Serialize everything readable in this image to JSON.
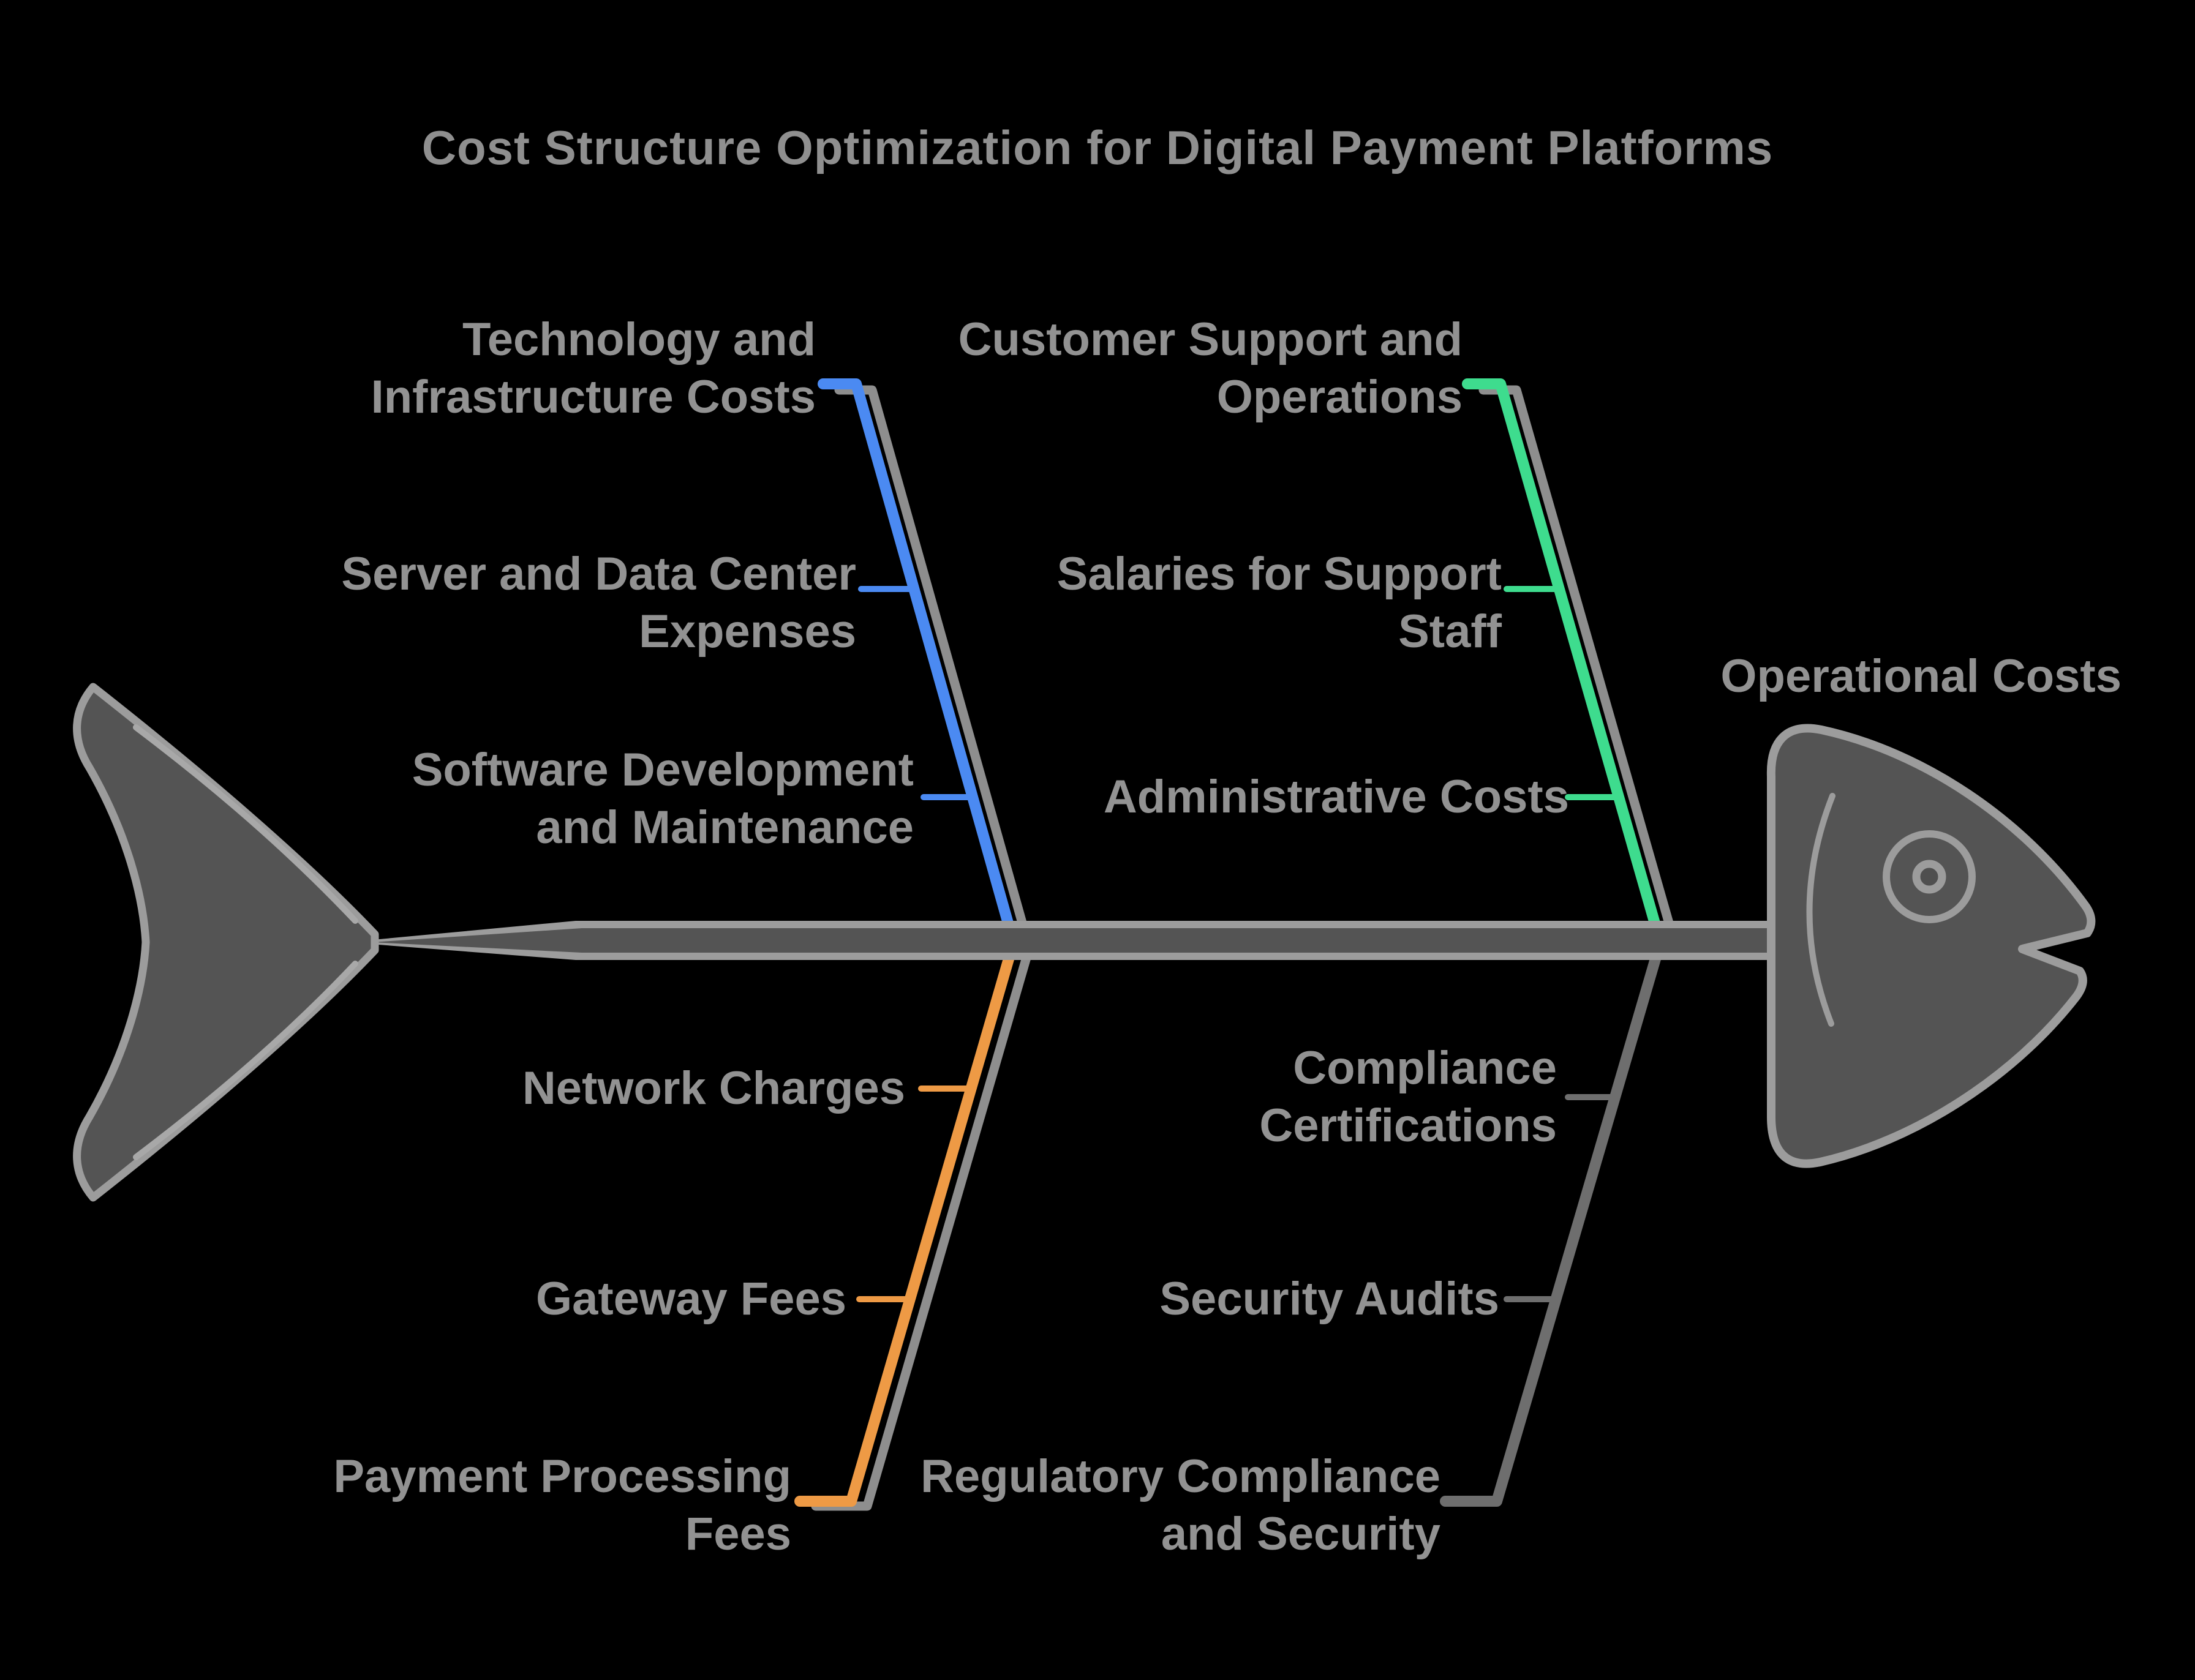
{
  "title": "Cost Structure Optimization for Digital Payment Platforms",
  "head_label": "Operational Costs",
  "colors": {
    "background": "#000000",
    "text": "#929292",
    "skeleton_fill": "#545454",
    "skeleton_outline": "#9c9c9c",
    "bone_shadow": "#8e8e8e"
  },
  "branches": [
    {
      "id": "technology",
      "position": "top-left",
      "color": "#4b8af2",
      "category": "Technology and\nInfrastructure Costs",
      "causes": [
        "Server and Data Center\nExpenses",
        "Software Development\nand Maintenance"
      ]
    },
    {
      "id": "customer-support",
      "position": "top-right",
      "color": "#3edc8e",
      "category": "Customer Support and\nOperations",
      "causes": [
        "Salaries for Support\nStaff",
        "Administrative Costs"
      ]
    },
    {
      "id": "payment-processing",
      "position": "bottom-left",
      "color": "#ee9a45",
      "category": "Payment Processing\nFees",
      "causes": [
        "Network Charges",
        "Gateway Fees"
      ]
    },
    {
      "id": "regulatory",
      "position": "bottom-right",
      "color": "#6e6e6e",
      "category": "Regulatory Compliance\nand Security",
      "causes": [
        "Compliance\nCertifications",
        "Security Audits"
      ]
    }
  ]
}
